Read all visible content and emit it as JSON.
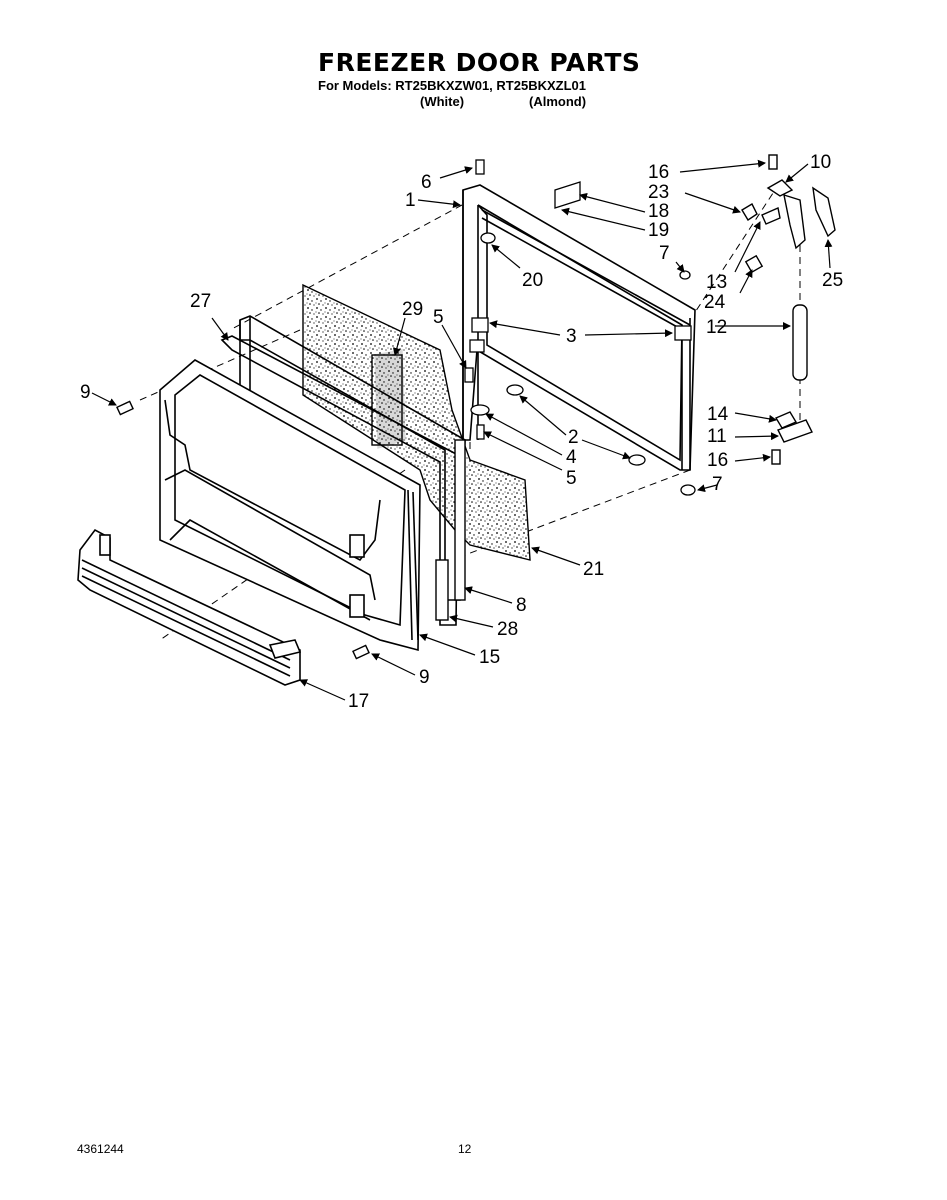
{
  "page": {
    "title": "FREEZER DOOR PARTS",
    "models_line": "For Models: RT25BKXZW01, RT25BKXZL01",
    "variant_white": "(White)",
    "variant_almond": "(Almond)",
    "doc_number": "4361244",
    "page_number": "12"
  },
  "callouts": {
    "c1": "1",
    "c2": "2",
    "c3": "3",
    "c4": "4",
    "c5a": "5",
    "c5b": "5",
    "c6": "6",
    "c7a": "7",
    "c7b": "7",
    "c8": "8",
    "c9a": "9",
    "c9b": "9",
    "c10": "10",
    "c11": "11",
    "c12": "12",
    "c13": "13",
    "c14": "14",
    "c15": "15",
    "c16a": "16",
    "c16b": "16",
    "c17": "17",
    "c18": "18",
    "c19": "19",
    "c20": "20",
    "c21": "21",
    "c23": "23",
    "c24": "24",
    "c25": "25",
    "c27": "27",
    "c28": "28",
    "c29": "29"
  }
}
